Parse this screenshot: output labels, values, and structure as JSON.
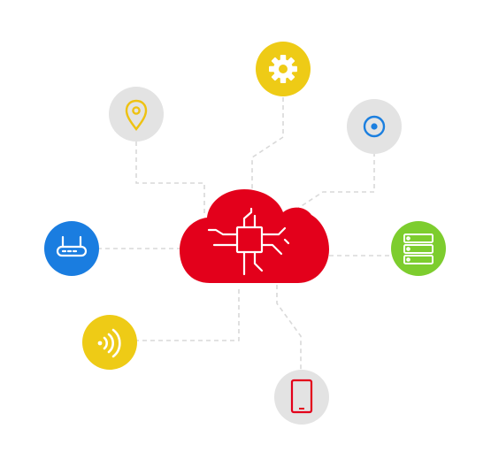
{
  "diagram": {
    "hub": {
      "icon": "cpu-chip-icon",
      "shape": "cloud",
      "color": "#e3001b",
      "line_color": "#ffffff"
    },
    "connector_color": "#d9d9d9",
    "nodes": [
      {
        "id": "gear",
        "icon": "gear-icon",
        "bg": "#eecb16",
        "fg": "#ffffff"
      },
      {
        "id": "location",
        "icon": "location-pin-icon",
        "bg": "#e3e3e3",
        "fg": "#eec212"
      },
      {
        "id": "target",
        "icon": "target-icon",
        "bg": "#e3e3e3",
        "fg": "#1b7fdf"
      },
      {
        "id": "router",
        "icon": "router-icon",
        "bg": "#1a7de0",
        "fg": "#ffffff"
      },
      {
        "id": "server",
        "icon": "server-stack-icon",
        "bg": "#7dcd2e",
        "fg": "#ffffff"
      },
      {
        "id": "nfc",
        "icon": "nfc-wireless-icon",
        "bg": "#eecb16",
        "fg": "#ffffff"
      },
      {
        "id": "tablet",
        "icon": "tablet-icon",
        "bg": "#e3e3e3",
        "fg": "#e3001b"
      }
    ]
  }
}
